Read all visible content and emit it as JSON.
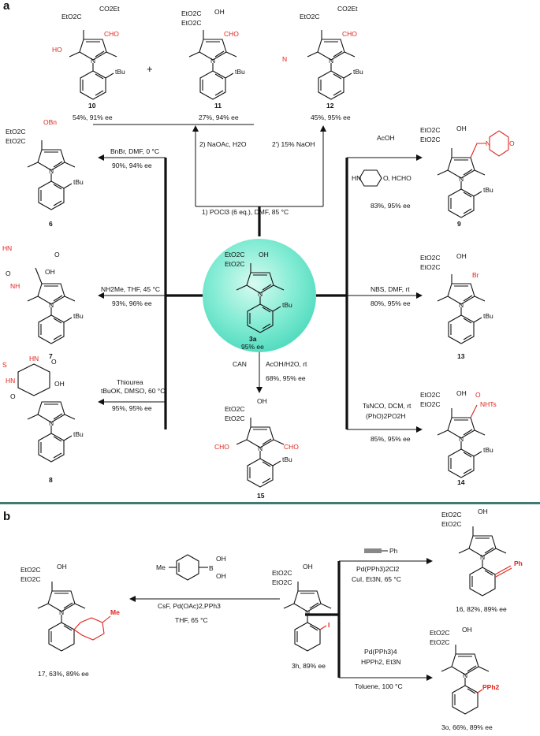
{
  "panel_a": {
    "label": "a",
    "center": {
      "id": "3a",
      "ee": "95% ee"
    },
    "top_products": [
      {
        "id": "10",
        "yield": "54%, 91% ee",
        "plus": "+"
      },
      {
        "id": "11",
        "yield": "27%, 94% ee"
      },
      {
        "id": "12",
        "yield": "45%, 95% ee"
      }
    ],
    "top_conditions": {
      "main": "1) POCl3 (6 eq.), DMF, 85 °C",
      "left": "2) NaOAc, H2O",
      "right": "2') 15% NaOH"
    },
    "left_reactions": [
      {
        "id": "6",
        "conditions": "BnBr, DMF, 0 °C",
        "yield": "90%, 94% ee"
      },
      {
        "id": "7",
        "conditions": "NH2Me, THF, 45 °C",
        "yield": "93%, 96% ee"
      },
      {
        "id": "8",
        "conditions1": "Thiourea",
        "conditions2": "tBuOK, DMSO, 60 °C",
        "yield": "95%, 95% ee"
      }
    ],
    "right_reactions": [
      {
        "id": "9",
        "conditions1": "AcOH",
        "conditions2": ", HCHO",
        "yield": "83%, 95% ee"
      },
      {
        "id": "13",
        "conditions": "NBS, DMF, rt",
        "yield": "80%, 95% ee"
      },
      {
        "id": "14",
        "conditions1": "TsNCO, DCM, rt",
        "conditions2": "(PhO)2PO2H",
        "yield": "85%, 95% ee"
      }
    ],
    "bottom_reaction": {
      "id": "15",
      "reagent_left": "CAN",
      "conditions": "AcOH/H2O, rt",
      "yield": "68%, 95% ee"
    }
  },
  "panel_b": {
    "label": "b",
    "start": {
      "id": "3h",
      "ee": "3h, 89% ee"
    },
    "left_reaction": {
      "conditions1": "CsF, Pd(OAc)2,PPh3",
      "conditions2": "THF, 65 °C",
      "product": "17, 63%, 89% ee"
    },
    "top_right_reaction": {
      "reagent": "Ph",
      "conditions1": "Pd(PPh3)2Cl2",
      "conditions2": "CuI, Et3N, 65 °C",
      "product": "16, 82%, 89% ee"
    },
    "bottom_right_reaction": {
      "conditions1": "Pd(PPh3)4",
      "conditions2": "HPPh2, Et3N",
      "conditions3": "Toluene, 100 °C",
      "product": "3o, 66%, 89% ee"
    }
  },
  "atom_labels": {
    "eto2c": "EtO2C",
    "co2et": "CO2Et",
    "oh": "OH",
    "cho": "CHO",
    "n": "N",
    "tbu": "tBu",
    "obn": "OBn",
    "br": "Br",
    "nhts": "NHTs",
    "o": "O",
    "ho": "HO",
    "hn": "HN",
    "nh": "NH",
    "s": "S",
    "me": "Me",
    "b": "B",
    "i": "I",
    "pph2": "PPh2",
    "ph": "Ph",
    "h": "H"
  },
  "colors": {
    "accent_red": "#e0241c",
    "sphere": "#5ee0c2",
    "divider": "#3d7a78"
  }
}
